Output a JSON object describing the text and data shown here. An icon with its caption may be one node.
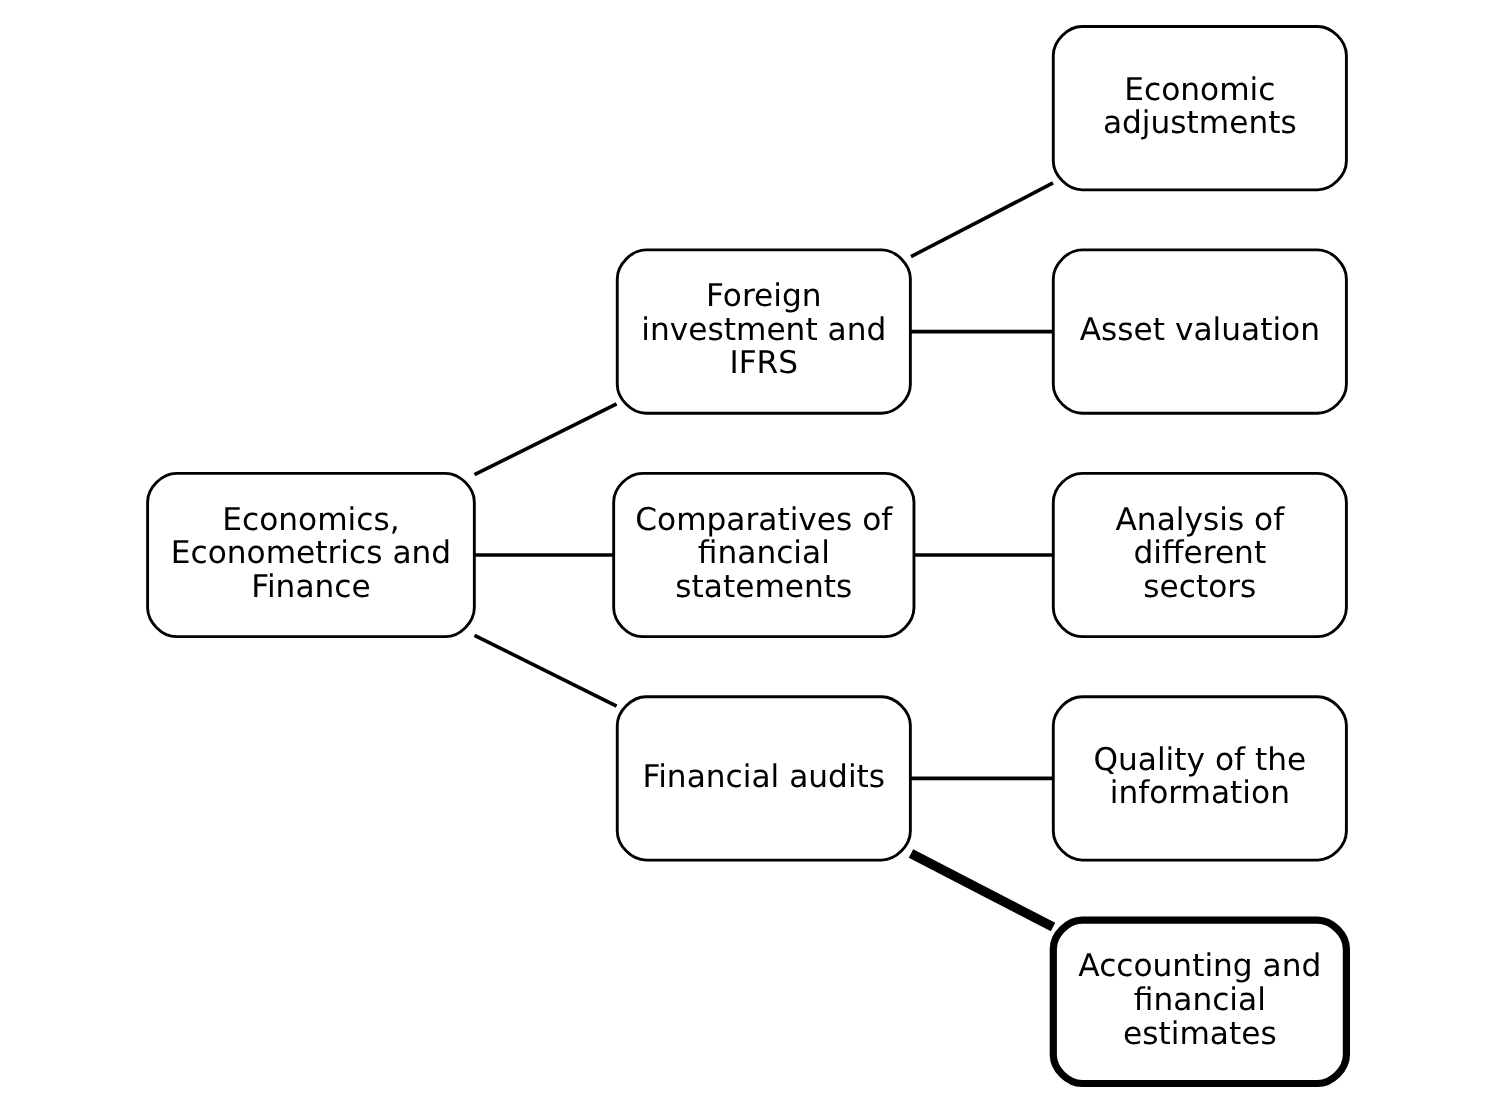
{
  "diagram": {
    "nodes": [
      {
        "text": [
          "Economics, Econometrics and Finance"
        ]
      },
      {
        "text": [
          "Foreign investment and IFRS"
        ]
      },
      {
        "text": [
          "Comparatives of financial statements"
        ]
      },
      {
        "text": [
          "Financial audits"
        ]
      },
      {
        "text": [
          "Economic adjustments"
        ]
      },
      {
        "text": [
          "Asset valuation"
        ]
      },
      {
        "text": [
          "Analysis of different sectors"
        ]
      },
      {
        "text": [
          "Quality of the information"
        ]
      },
      {
        "text": [
          "Accounting and financial estimates"
        ]
      }
    ],
    "edges": [
      {
        "from": 0,
        "to": 1,
        "arrow": "none"
      },
      {
        "from": 0,
        "to": 2,
        "arrow": "none"
      },
      {
        "from": 0,
        "to": 3,
        "arrow": "none"
      },
      {
        "from": 1,
        "to": 4,
        "arrow": "none"
      },
      {
        "from": 1,
        "to": 5,
        "arrow": "none"
      },
      {
        "from": 2,
        "to": 6,
        "arrow": "none"
      },
      {
        "from": 3,
        "to": 7,
        "arrow": "none"
      },
      {
        "from": 3,
        "to": 8,
        "arrow": "none",
        "style": "thick"
      }
    ]
  }
}
